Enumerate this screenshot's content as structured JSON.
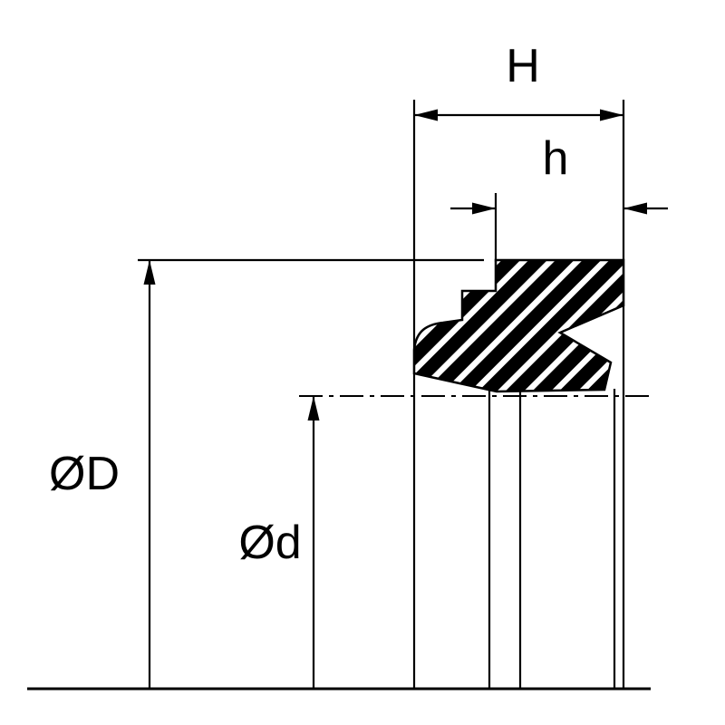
{
  "diagram": {
    "type": "technical-drawing",
    "subject": "seal cross-section with dimension callouts",
    "labels": {
      "total_height": "H",
      "lip_height": "h",
      "outer_diameter": "ØD",
      "inner_diameter": "Ød"
    },
    "colors": {
      "line": "#000000",
      "background": "#ffffff",
      "section_fill": "#000000",
      "hatch_stripe": "#ffffff"
    }
  }
}
